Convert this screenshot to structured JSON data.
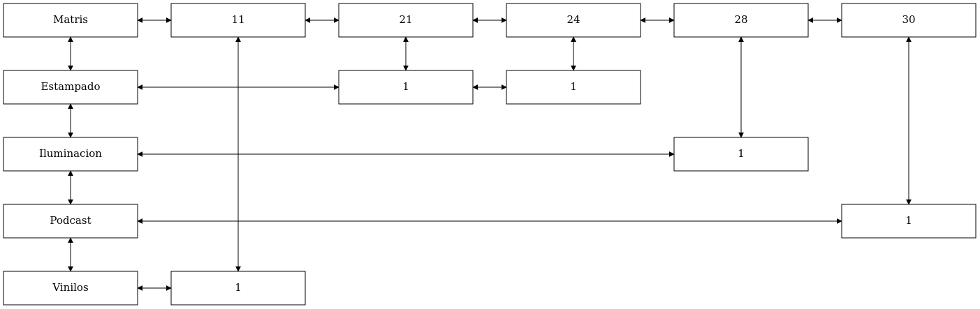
{
  "nodes": {
    "matris": "Matris",
    "estampado": "Estampado",
    "iluminacion": "Iluminacion",
    "podcast": "Podcast",
    "vinilos": "Vinilos",
    "n11": "11",
    "n21": "21",
    "n24": "24",
    "n28": "28",
    "n30": "30",
    "vinilos_1": "1",
    "estampado_21_1": "1",
    "estampado_24_1": "1",
    "iluminacion_28_1": "1",
    "podcast_30_1": "1"
  },
  "edges": [
    [
      "matris",
      "n11"
    ],
    [
      "n11",
      "n21"
    ],
    [
      "n21",
      "n24"
    ],
    [
      "n24",
      "n28"
    ],
    [
      "n28",
      "n30"
    ],
    [
      "matris",
      "estampado"
    ],
    [
      "estampado",
      "iluminacion"
    ],
    [
      "iluminacion",
      "podcast"
    ],
    [
      "podcast",
      "vinilos"
    ],
    [
      "n21",
      "estampado_21_1"
    ],
    [
      "n24",
      "estampado_24_1"
    ],
    [
      "estampado",
      "estampado_21_1"
    ],
    [
      "estampado_21_1",
      "estampado_24_1"
    ],
    [
      "n28",
      "iluminacion_28_1"
    ],
    [
      "iluminacion",
      "iluminacion_28_1"
    ],
    [
      "n30",
      "podcast_30_1"
    ],
    [
      "podcast",
      "podcast_30_1"
    ],
    [
      "n11",
      "vinilos_1"
    ],
    [
      "vinilos",
      "vinilos_1"
    ]
  ],
  "style": {
    "stroke": "#000000",
    "fill": "#ffffff"
  }
}
